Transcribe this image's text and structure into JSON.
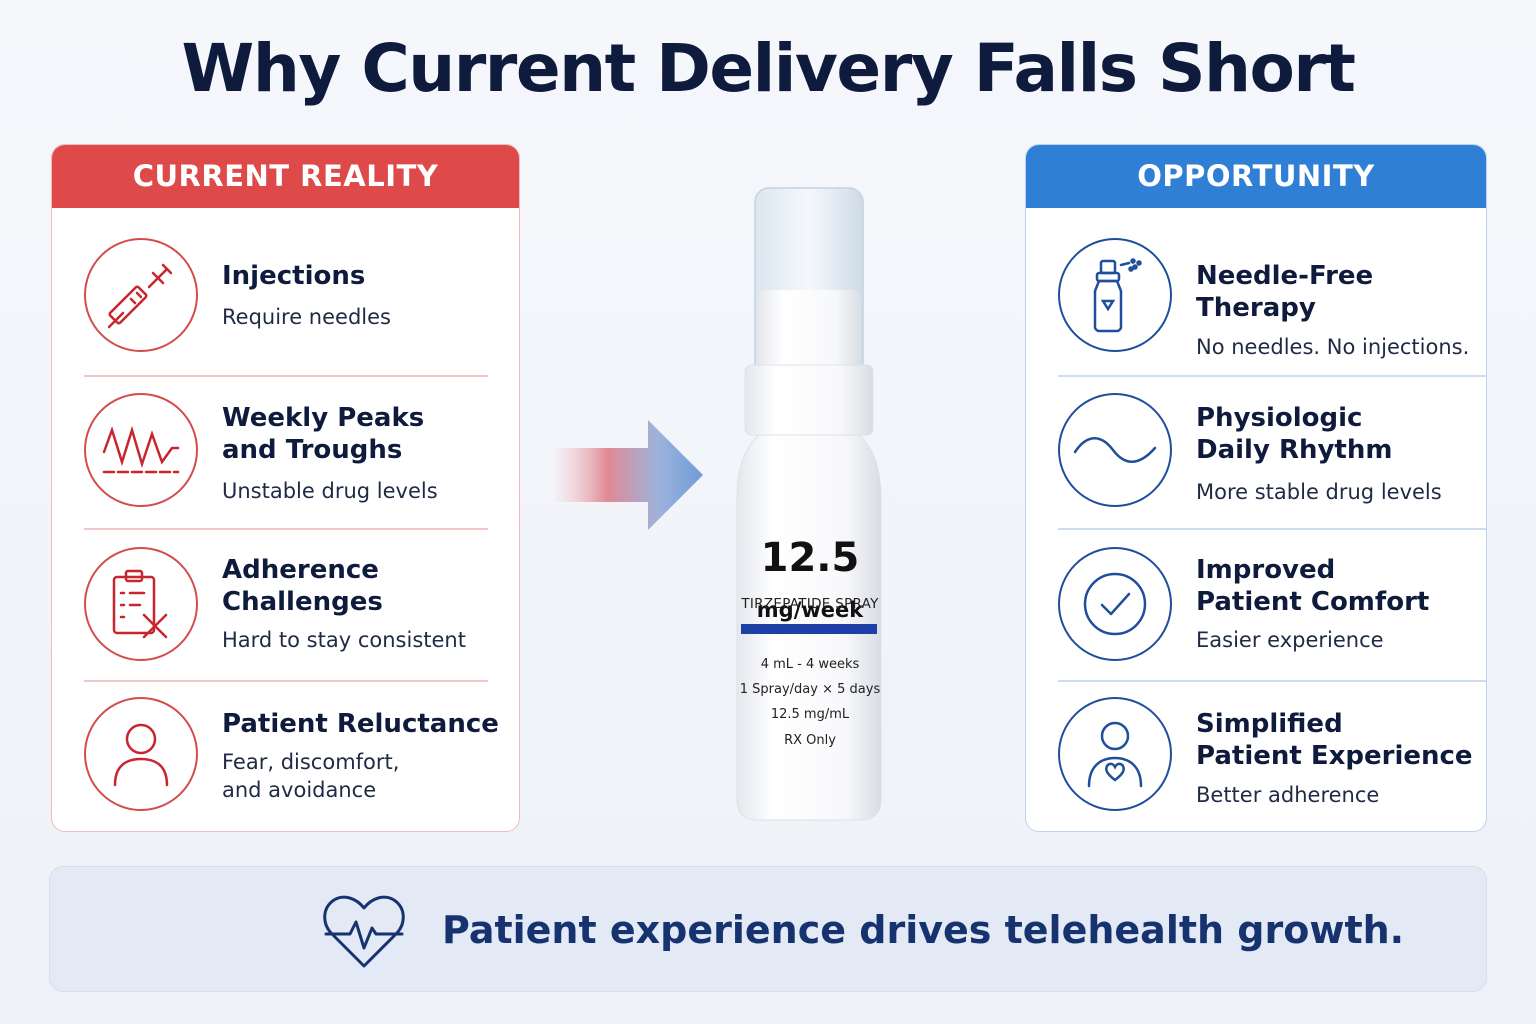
{
  "title": "Why Current Delivery Falls Short",
  "colors": {
    "left_accent": "#de4a4a",
    "right_accent": "#2f7fd4",
    "dark_text": "#0f1b3d",
    "footer_bg": "#e3eaf5"
  },
  "current_reality": {
    "header": "CURRENT REALITY",
    "items": [
      {
        "icon": "syringe-icon",
        "title": "Injections",
        "desc": "Require needles"
      },
      {
        "icon": "wave-peaks-icon",
        "title": "Weekly Peaks\nand Troughs",
        "desc": "Unstable drug levels"
      },
      {
        "icon": "clipboard-x-icon",
        "title": "Adherence\nChallenges",
        "desc": "Hard to stay consistent"
      },
      {
        "icon": "person-icon",
        "title": "Patient Reluctance",
        "desc": "Fear, discomfort,\nand avoidance"
      }
    ]
  },
  "opportunity": {
    "header": "OPPORTUNITY",
    "items": [
      {
        "icon": "spray-bottle-icon",
        "title": "Needle-Free\nTherapy",
        "desc": "No needles. No injections."
      },
      {
        "icon": "smooth-wave-icon",
        "title": "Physiologic\nDaily Rhythm",
        "desc": "More stable drug levels"
      },
      {
        "icon": "check-circle-icon",
        "title": "Improved\nPatient Comfort",
        "desc": "Easier experience"
      },
      {
        "icon": "person-heart-icon",
        "title": "Simplified\nPatient Experience",
        "desc": "Better adherence"
      }
    ]
  },
  "product": {
    "dose_value": "12.5",
    "dose_unit": "mg/week",
    "drug_name": "TIRZEPATIDE SPRAY",
    "specs": [
      "4 mL - 4 weeks",
      "1 Spray/day × 5 days",
      "12.5 mg/mL",
      "RX Only"
    ]
  },
  "footer": {
    "icon": "heart-pulse-icon",
    "text": "Patient experience drives telehealth growth."
  }
}
